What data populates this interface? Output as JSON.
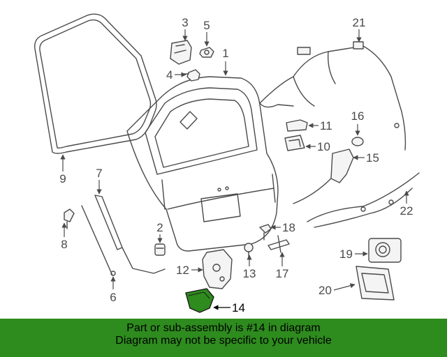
{
  "highlight_color": "#2e8b1e",
  "callouts": {
    "c1": "1",
    "c2": "2",
    "c3": "3",
    "c4": "4",
    "c5": "5",
    "c6": "6",
    "c7": "7",
    "c8": "8",
    "c9": "9",
    "c10": "10",
    "c11": "11",
    "c12": "12",
    "c13": "13",
    "c14": "14",
    "c15": "15",
    "c16": "16",
    "c17": "17",
    "c18": "18",
    "c19": "19",
    "c20": "20",
    "c21": "21",
    "c22": "22"
  },
  "banner": {
    "line1": "Part or sub-assembly is #14 in diagram",
    "line2": "Diagram may not be specific to your vehicle"
  }
}
